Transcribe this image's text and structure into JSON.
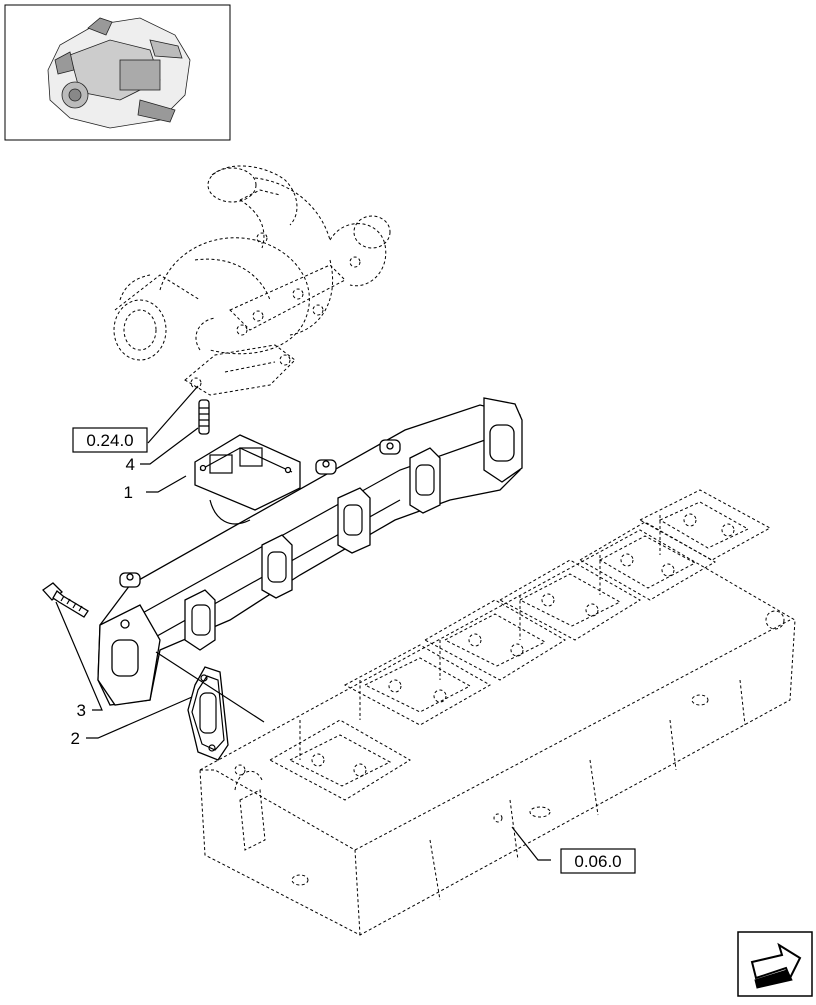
{
  "callouts": [
    {
      "id": "1",
      "text": "1"
    },
    {
      "id": "2",
      "text": "2"
    },
    {
      "id": "3",
      "text": "3"
    },
    {
      "id": "4",
      "text": "4"
    }
  ],
  "references": {
    "turbo": "0.24.0",
    "head": "0.06.0"
  },
  "icons": {
    "thumbnail": "engine-thumbnail",
    "nav": "next-page-arrow-icon"
  }
}
